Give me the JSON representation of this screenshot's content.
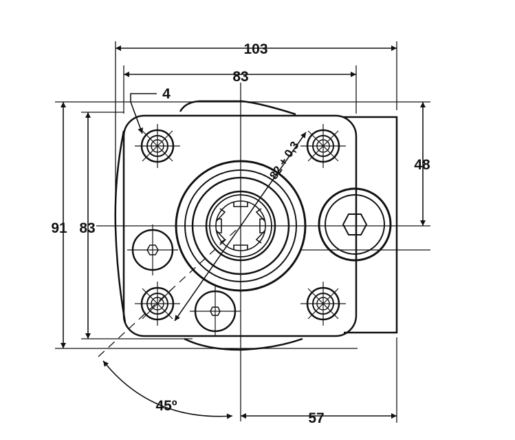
{
  "dimensions": {
    "overall_width": "103",
    "bolt_spacing_horizontal": "83",
    "bolt_hole_diameter": "4",
    "overall_height": "91",
    "bolt_spacing_vertical": "83",
    "port_offset": "48",
    "pilot_diameter": "82 + 0,3",
    "mounting_angle": "45º",
    "port_center_offset": "57"
  }
}
